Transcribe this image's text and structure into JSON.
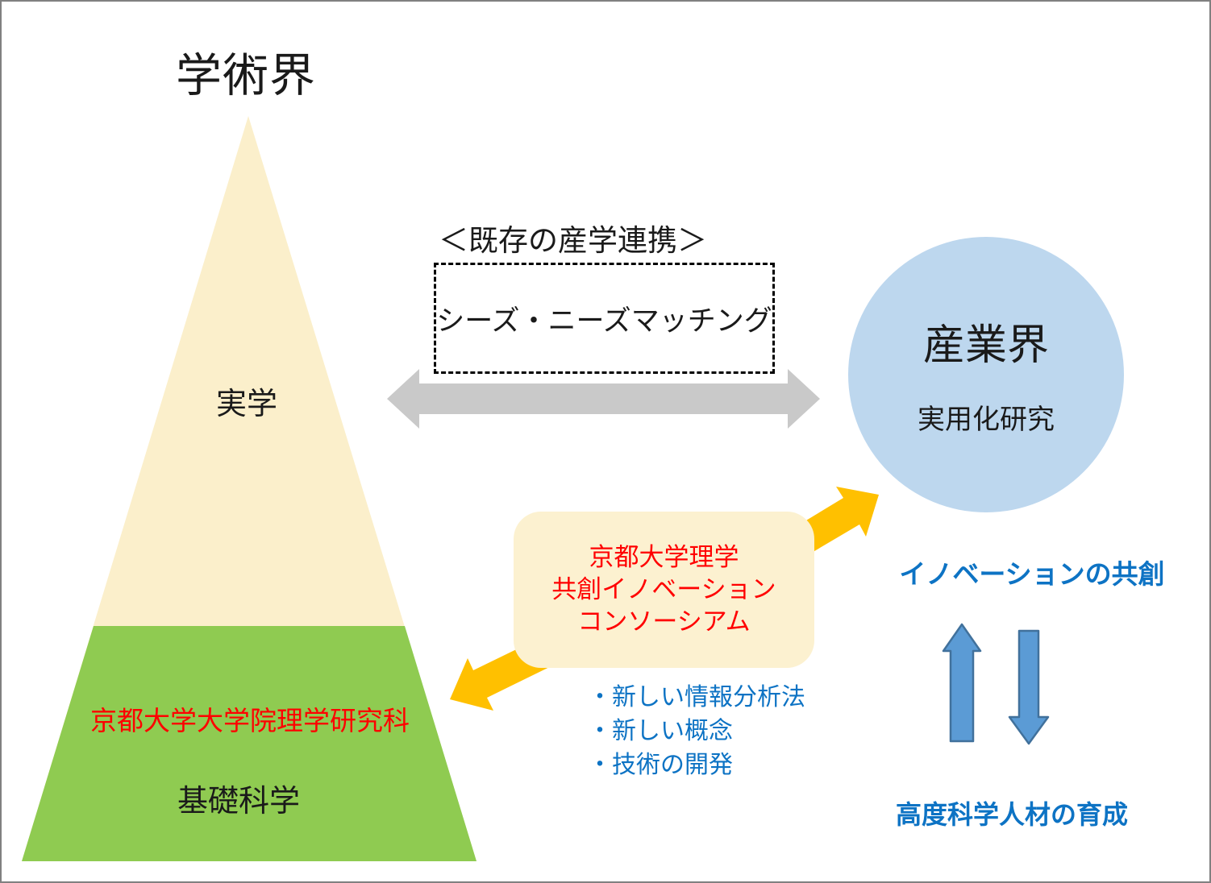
{
  "academia": {
    "title": "学術界",
    "pyramid": {
      "upper_label": "実学",
      "lower_org": "京都大学大学院理学研究科",
      "lower_label": "基礎科学"
    }
  },
  "existing_collaboration": {
    "heading": "＜既存の産学連携＞",
    "box_label": "シーズ・ニーズマッチング"
  },
  "industry": {
    "circle_title": "産業界",
    "circle_subtitle": "実用化研究"
  },
  "consortium": {
    "lines": [
      "京都大学理学",
      "共創イノベーション",
      "コンソーシアム"
    ]
  },
  "outputs": {
    "items": [
      "・新しい情報分析法",
      "・新しい概念",
      "・技術の開発"
    ]
  },
  "labels": {
    "innovation": "イノベーションの共創",
    "human_resources": "高度科学人材の育成"
  },
  "colors": {
    "pyramid_upper": "#FBEFCB",
    "pyramid_lower": "#8FCB51",
    "industry_circle": "#BDD7EE",
    "gray_arrow": "#C9C9C9",
    "orange_arrow": "#FFC000",
    "consortium_box": "#FCF1D0",
    "red_text": "#FF0000",
    "blue_text": "#0D73C4",
    "blue_arrow_fill": "#5B9BD5",
    "blue_arrow_stroke": "#41719C",
    "frame_border": "#808080"
  }
}
